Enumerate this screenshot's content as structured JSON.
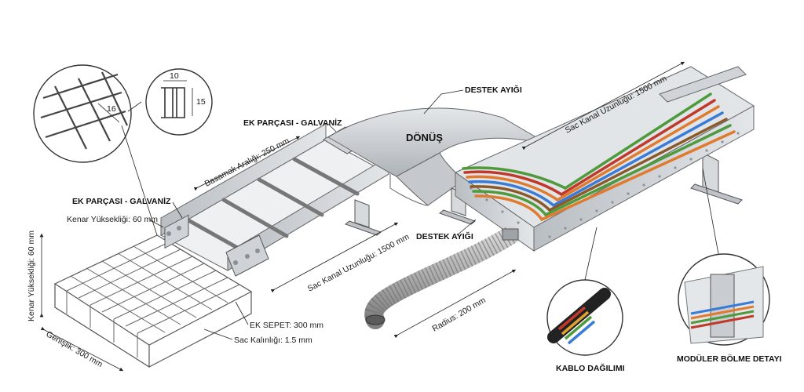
{
  "labels": {
    "destek_top": "DESTEK AYIĞI",
    "donus": "DÖNÜŞ",
    "ek_parcasi_top": "EK PARÇASI - GALVANİZ",
    "ek_parcasi_left": "EK PARÇASI - GALVANİZ",
    "destek_mid": "DESTEK AYIĞI",
    "kablo_dagilimi": "KABLO DAĞILIMI",
    "moduler_bolme": "MODÜLER BÖLME DETAYI"
  },
  "dimensions": {
    "sac_kanal_top": "Sac Kanal Uzunluğu: 1500 mm",
    "basamak_araligi": "Basamak Aralığı: 250 mm",
    "kenar_yuksekligi_a": "Kenar Yüksekliği: 60 mm",
    "kenar_yuksekligi_b": "Kenar Yüksekliği: 60 mm",
    "sac_kanal_mid": "Sac Kanal Uzunluğu: 1500 mm",
    "ek_sepet": "EK SEPET: 300 mm",
    "sac_kalinligi": "Sac Kalınlığı: 1.5 mm",
    "genislik": "Genişlik: 300 mm",
    "radius": "Radius: 200 mm"
  },
  "detail_numbers": {
    "mesh": "16",
    "profile_width": "10",
    "profile_height": "15"
  },
  "colors": {
    "galvanized": "#c9cdd1",
    "galvanized_dark": "#9aa0a6",
    "cable_blue": "#3a7bd5",
    "cable_orange": "#e07a2e",
    "cable_green": "#4f9a3c",
    "cable_red": "#c0392b",
    "cable_brown": "#8a5a2b"
  }
}
